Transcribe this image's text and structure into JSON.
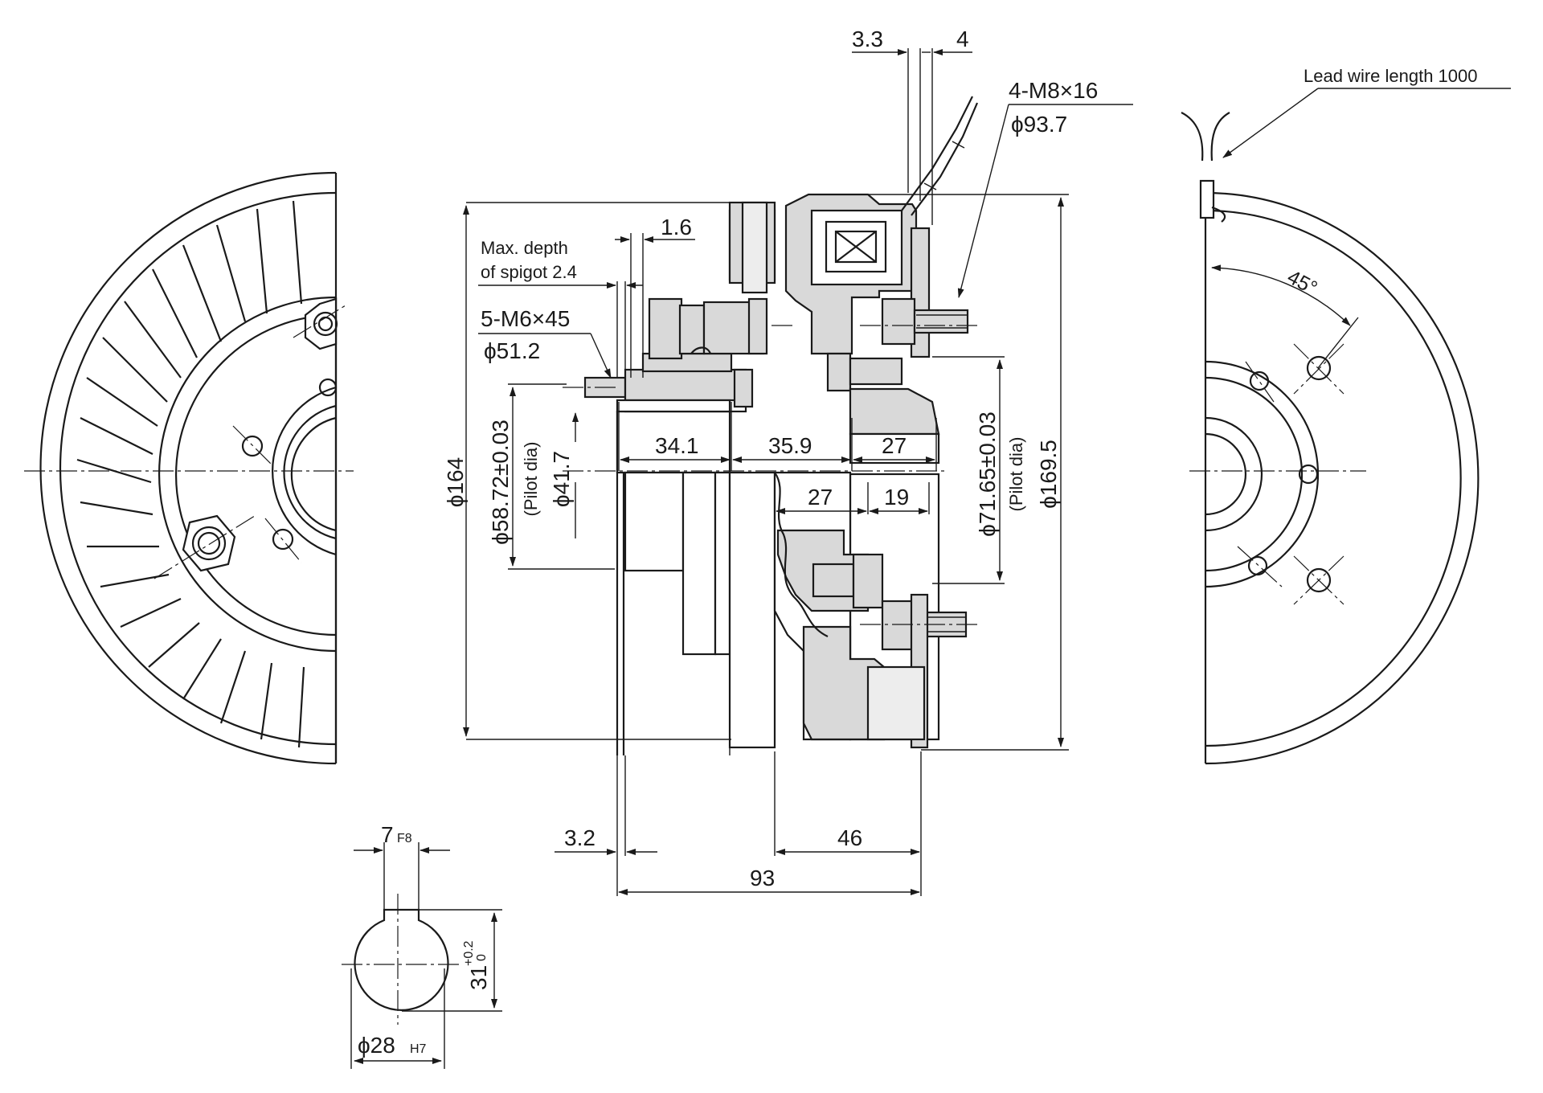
{
  "dimensions": {
    "d_3_3": "3.3",
    "d_4": "4",
    "d_1_6": "1.6",
    "d_34_1": "34.1",
    "d_35_9": "35.9",
    "d_27a": "27",
    "d_27b": "27",
    "d_19": "19",
    "d_3_2": "3.2",
    "d_46": "46",
    "d_93": "93",
    "d_7": "7",
    "d_7_tol": "F8",
    "d_28": "ϕ28",
    "d_28_tol": "H7",
    "d_31": "31",
    "d_31_tol_up": "+0.2",
    "d_31_tol_low": "0",
    "d_164": "ϕ164",
    "d_58": "ϕ58.72±0.03",
    "d_41": "ϕ41.7",
    "d_71": "ϕ71.65±0.03",
    "d_169": "ϕ169.5",
    "pilot_left": "(Pilot dia)",
    "pilot_right": "(Pilot dia)",
    "angle_45": "45°"
  },
  "notes": {
    "max_depth_1": "Max. depth",
    "max_depth_2": "of spigot 2.4",
    "screw_m6": "5-M6×45",
    "screw_m6_pcd": "ϕ51.2",
    "screw_m8": "4-M8×16",
    "screw_m8_pcd": "ϕ93.7",
    "lead_wire": "Lead wire length 1000"
  }
}
